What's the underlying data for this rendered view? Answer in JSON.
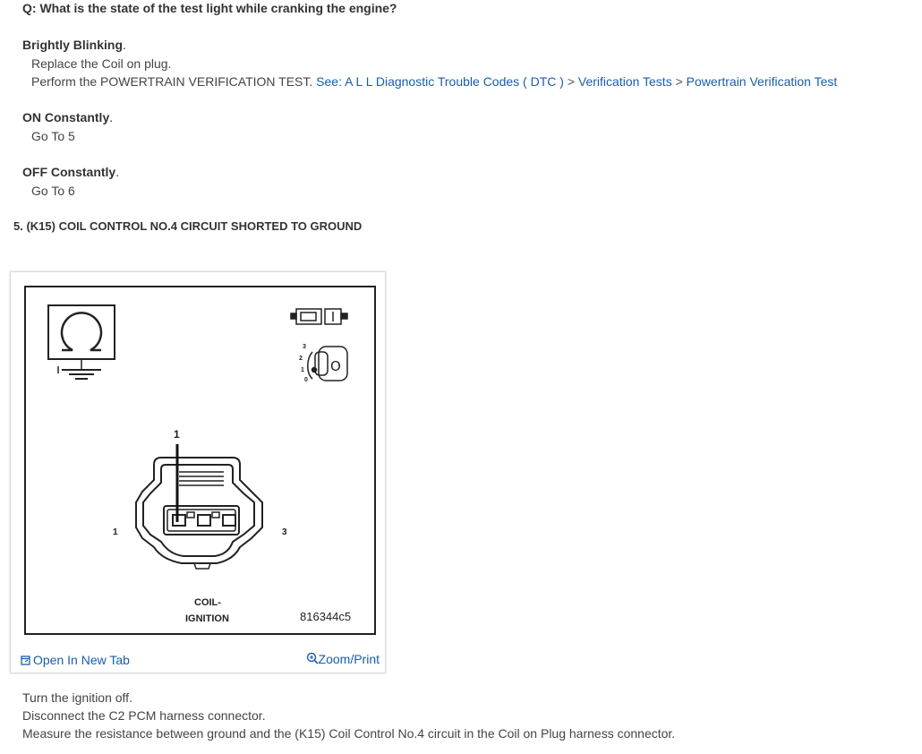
{
  "question": "Q: What is the state of the test light while cranking the engine?",
  "options": [
    {
      "title": "Brightly Blinking",
      "line1": "Replace the Coil on plug.",
      "line2_prefix": "Perform the POWERTRAIN VERIFICATION TEST.",
      "link_see": "See: A L L Diagnostic Trouble Codes ( DTC )",
      "sep": ">",
      "link_verif": "Verification Tests",
      "link_pt": "Powertrain Verification Test"
    },
    {
      "title": "ON Constantly",
      "line1": "Go To 5"
    },
    {
      "title": "OFF Constantly",
      "line1": "Go To 6"
    }
  ],
  "step_title": "5. (K15) COIL CONTROL NO.4 CIRCUIT SHORTED TO GROUND",
  "figure": {
    "pin_top": "1",
    "pin_left": "1",
    "pin_right": "3",
    "key_labels": [
      "3",
      "2",
      "1",
      "0"
    ],
    "caption_line1": "COIL-",
    "caption_line2": "IGNITION",
    "figure_id": "816344c5",
    "open_tab_label": "Open In New Tab",
    "zoom_label": "Zoom/Print"
  },
  "instructions": [
    "Turn the ignition off.",
    "Disconnect the C2 PCM harness connector.",
    "Measure the resistance between ground and the (K15) Coil Control No.4 circuit in the Coil on Plug harness connector."
  ]
}
